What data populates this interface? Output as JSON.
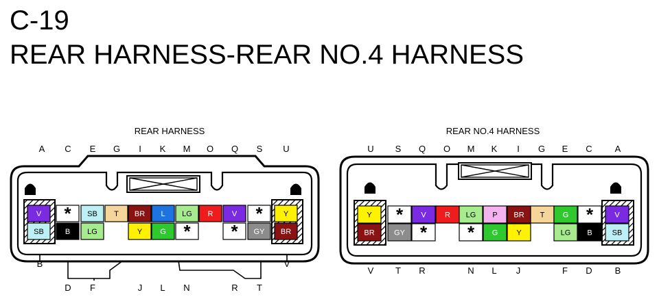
{
  "title": {
    "code": "C-19",
    "name": "REAR HARNESS-REAR NO.4 HARNESS"
  },
  "colors": {
    "V": "#7a2be2",
    "SB": "#bdf0f5",
    "B": "#000000",
    "LG": "#a6ec8f",
    "T": "#f6d59a",
    "BR": "#8b1212",
    "Y": "#fff200",
    "L": "#1e73e0",
    "G": "#2fc82f",
    "R": "#ee1c1c",
    "GY": "#8c8c8c",
    "P": "#f4b2ee",
    "*": "#ffffff"
  },
  "connectors": [
    {
      "id": "left",
      "title": "REAR HARNESS",
      "top_letters": [
        "A",
        "C",
        "E",
        "G",
        "I",
        "K",
        "M",
        "O",
        "Q",
        "S",
        "U"
      ],
      "bottom_letters": [
        "B",
        "V",
        "D",
        "F",
        "J",
        "L",
        "N",
        "R",
        "T"
      ],
      "top_row": [
        "V",
        "*",
        "SB",
        "T",
        "BR",
        "L",
        "LG",
        "R",
        "V",
        "*",
        "Y"
      ],
      "bottom_row": [
        "SB",
        "B",
        "LG",
        "",
        "Y",
        "G",
        "*",
        "",
        "*",
        "GY",
        "BR"
      ]
    },
    {
      "id": "right",
      "title": "REAR NO.4 HARNESS",
      "top_letters": [
        "U",
        "S",
        "Q",
        "O",
        "M",
        "K",
        "I",
        "G",
        "E",
        "C",
        "A"
      ],
      "bottom_letters": [
        "V",
        "T",
        "R",
        "N",
        "L",
        "J",
        "F",
        "D",
        "B"
      ],
      "top_row": [
        "Y",
        "*",
        "V",
        "R",
        "LG",
        "P",
        "BR",
        "T",
        "G",
        "*",
        "V"
      ],
      "bottom_row": [
        "BR",
        "GY",
        "*",
        "",
        "*",
        "G",
        "Y",
        "",
        "LG",
        "B",
        "SB"
      ]
    }
  ]
}
